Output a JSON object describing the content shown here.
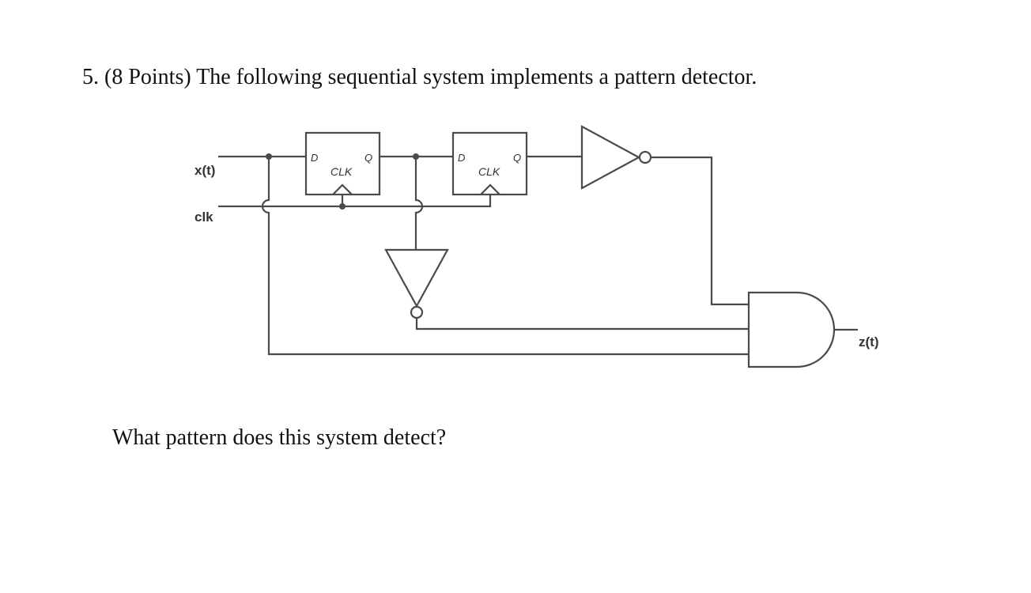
{
  "question": {
    "number": "5.",
    "points": "(8 Points)",
    "text": "The following sequential system implements a pattern detector."
  },
  "prompt": "What pattern does this system detect?",
  "circuit": {
    "input_label": "x(t)",
    "clock_label": "clk",
    "output_label": "z(t)",
    "flip_flops": [
      {
        "d_label": "D",
        "q_label": "Q",
        "clk_label": "CLK"
      },
      {
        "d_label": "D",
        "q_label": "Q",
        "clk_label": "CLK"
      }
    ],
    "gates": [
      "not-gate",
      "not-gate",
      "and-gate"
    ]
  }
}
